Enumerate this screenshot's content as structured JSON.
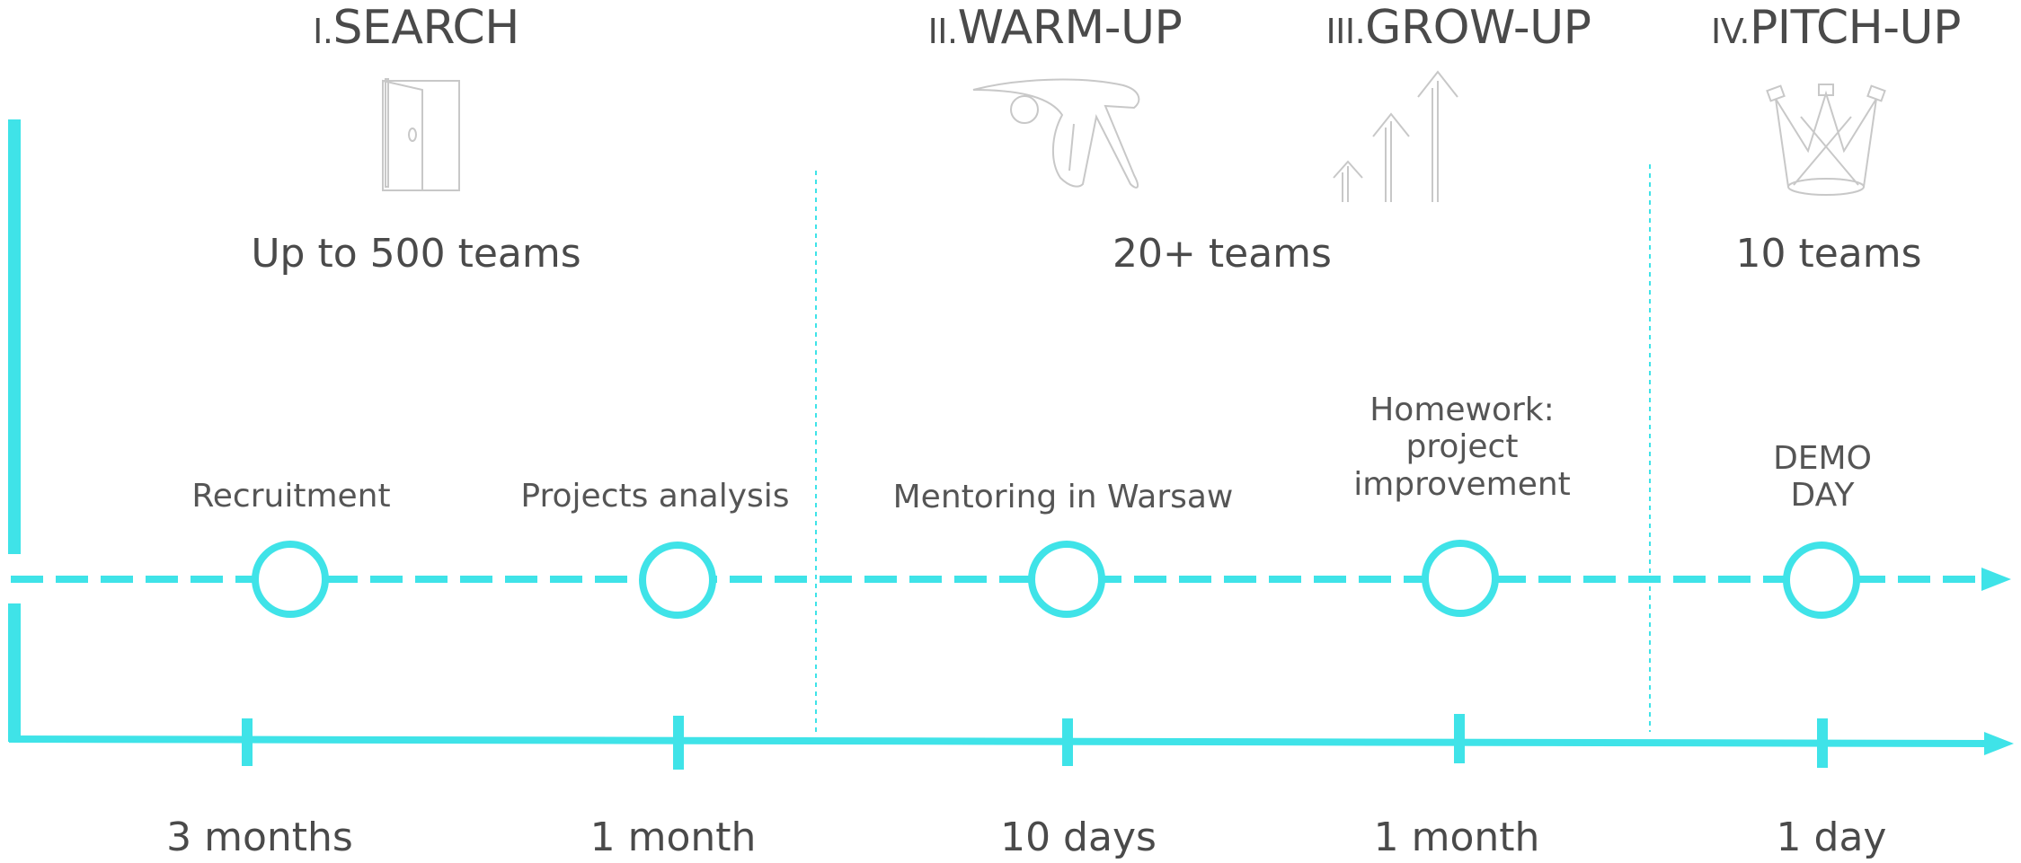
{
  "phases": [
    {
      "numeral": "I.",
      "name": "SEARCH",
      "icon": "door-icon"
    },
    {
      "numeral": "II.",
      "name": "WARM-UP",
      "icon": "stretching-figure-icon"
    },
    {
      "numeral": "III.",
      "name": "GROW-UP",
      "icon": "rising-arrows-icon"
    },
    {
      "numeral": "IV.",
      "name": "PITCH-UP",
      "icon": "crown-icon"
    }
  ],
  "team_counts": [
    "Up to 500 teams",
    "20+ teams",
    "10 teams"
  ],
  "milestones": [
    "Recruitment",
    "Projects analysis",
    "Mentoring in Warsaw",
    "Homework:\nproject\nimprovement",
    "DEMO\nDAY"
  ],
  "durations": [
    "3 months",
    "1 month",
    "10 days",
    "1 month",
    "1 day"
  ],
  "colors": {
    "accent": "#3fe3e8",
    "text": "#4a4a4a",
    "icon": "#c8c8c8"
  }
}
